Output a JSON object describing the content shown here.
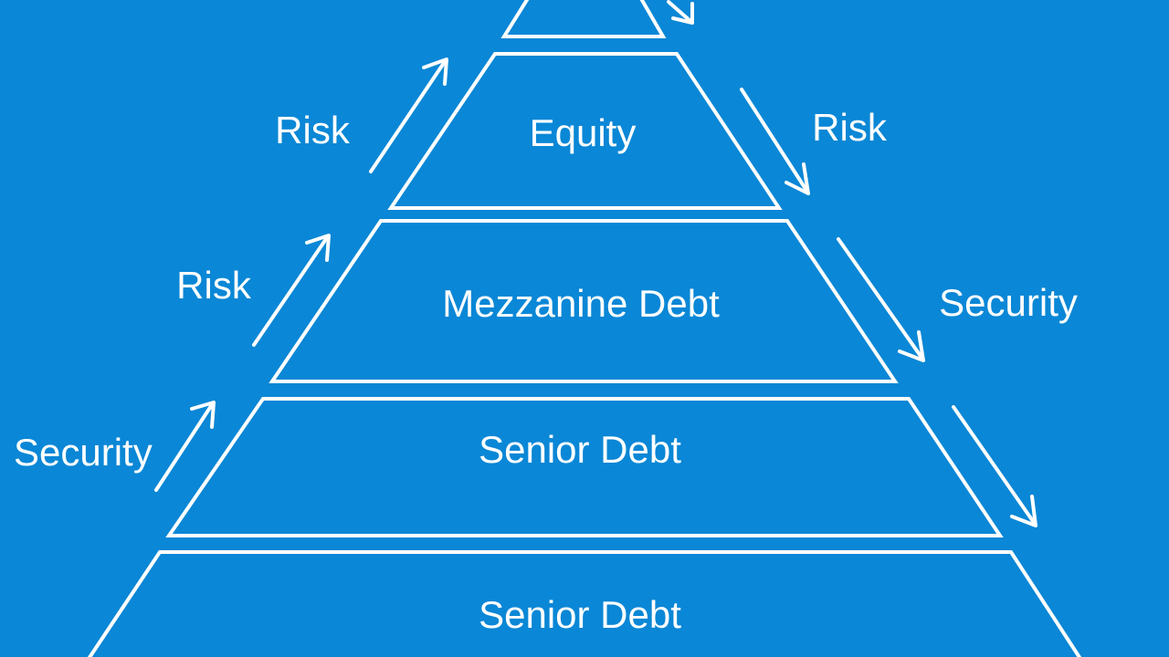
{
  "diagram": {
    "background_color": "#0a87d6",
    "line_color": "#ffffff",
    "tiers": [
      {
        "label": ""
      },
      {
        "label": "Equity"
      },
      {
        "label": "Mezzanine Debt"
      },
      {
        "label": "Senior Debt"
      },
      {
        "label": "Senior Debt"
      }
    ],
    "left_labels": [
      "Risk",
      "Risk",
      "Security"
    ],
    "right_labels": [
      "Risk",
      "Security"
    ]
  }
}
